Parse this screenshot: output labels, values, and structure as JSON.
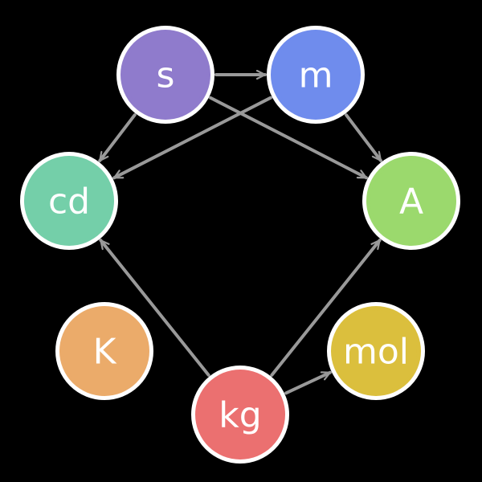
{
  "diagram": {
    "background": "#000000",
    "edge_color": "#999999",
    "node_border_color": "#ffffff",
    "nodes": [
      {
        "id": "s",
        "label": "s",
        "color": "#8f7bcc"
      },
      {
        "id": "m",
        "label": "m",
        "color": "#6f8ced"
      },
      {
        "id": "cd",
        "label": "cd",
        "color": "#74cfa9"
      },
      {
        "id": "A",
        "label": "A",
        "color": "#9bd96d"
      },
      {
        "id": "K",
        "label": "K",
        "color": "#ebab6a"
      },
      {
        "id": "mol",
        "label": "mol",
        "color": "#dbbf3d"
      },
      {
        "id": "kg",
        "label": "kg",
        "color": "#eb7070"
      }
    ],
    "edges": [
      {
        "from": "s",
        "to": "m"
      },
      {
        "from": "s",
        "to": "cd"
      },
      {
        "from": "s",
        "to": "A"
      },
      {
        "from": "m",
        "to": "cd"
      },
      {
        "from": "m",
        "to": "A"
      },
      {
        "from": "kg",
        "to": "cd"
      },
      {
        "from": "kg",
        "to": "A"
      },
      {
        "from": "kg",
        "to": "mol"
      }
    ]
  }
}
